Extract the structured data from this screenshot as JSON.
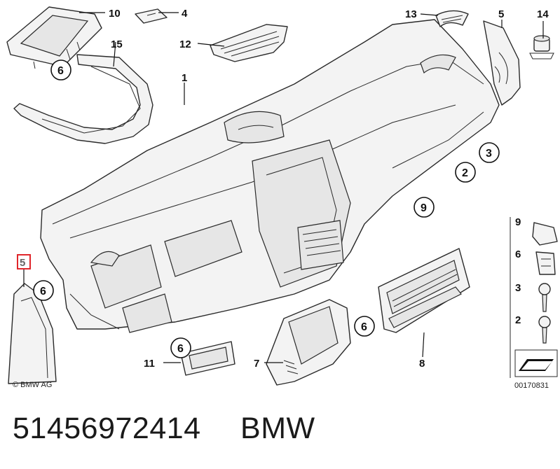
{
  "diagram": {
    "copyright": "© BMW AG",
    "drawing_number": "00170831",
    "callouts": [
      "1",
      "2",
      "3",
      "4",
      "5",
      "6",
      "7",
      "8",
      "9",
      "10",
      "11",
      "12",
      "13",
      "14",
      "15"
    ],
    "legend": [
      "9",
      "6",
      "3",
      "2"
    ]
  },
  "footer": {
    "part_number": "51456972414",
    "brand": "BMW"
  },
  "colors": {
    "highlight": "#e0262b",
    "line": "#2a2a2a"
  }
}
